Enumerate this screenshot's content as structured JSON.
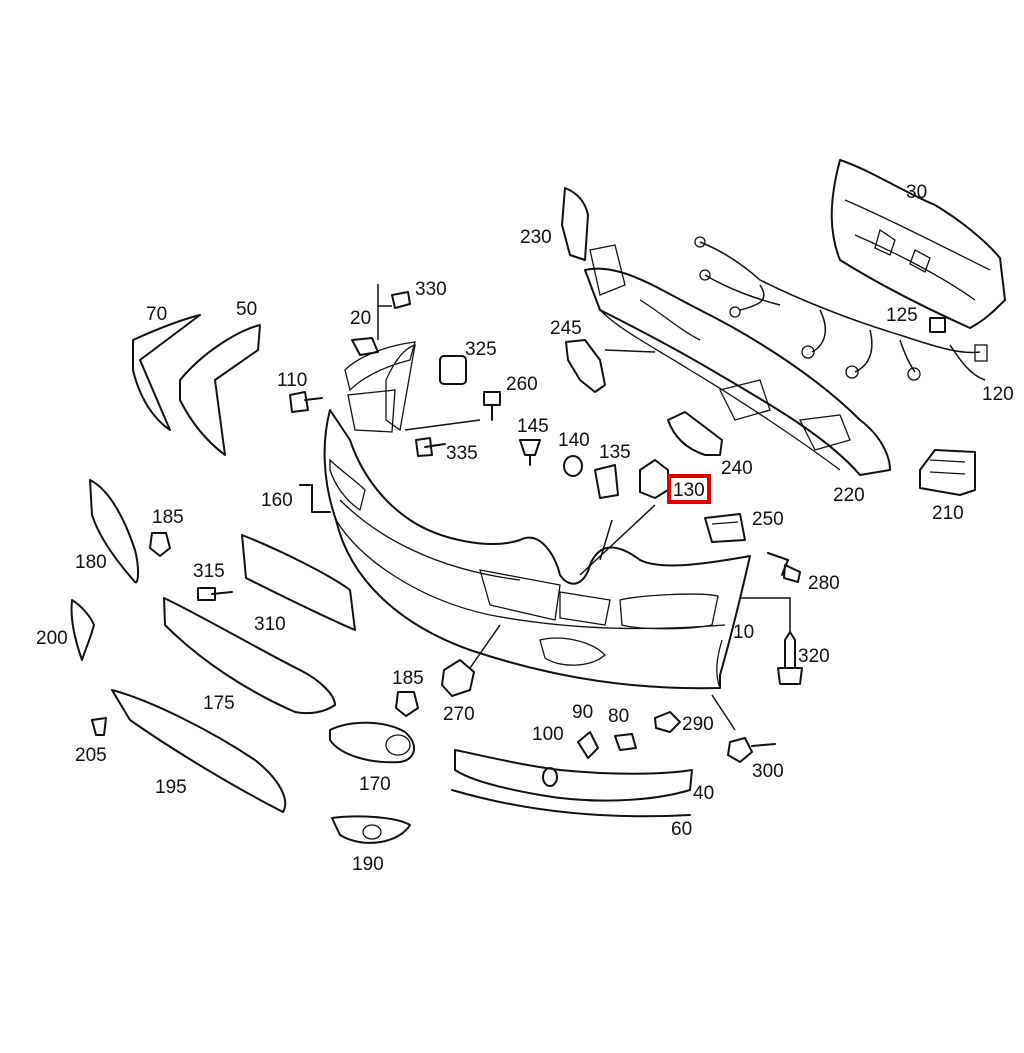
{
  "highlight_color": "#e00000",
  "highlighted_part": "130",
  "labels": {
    "p10": "10",
    "p20": "20",
    "p30": "30",
    "p40": "40",
    "p50": "50",
    "p60": "60",
    "p70": "70",
    "p80": "80",
    "p90": "90",
    "p100": "100",
    "p110": "110",
    "p120": "120",
    "p125": "125",
    "p130": "130",
    "p135": "135",
    "p140": "140",
    "p145": "145",
    "p160": "160",
    "p170": "170",
    "p175": "175",
    "p180": "180",
    "p185a": "185",
    "p185b": "185",
    "p190": "190",
    "p195": "195",
    "p200": "200",
    "p205": "205",
    "p210": "210",
    "p220": "220",
    "p230": "230",
    "p240": "240",
    "p245": "245",
    "p250": "250",
    "p260": "260",
    "p270": "270",
    "p280": "280",
    "p290": "290",
    "p300": "300",
    "p310": "310",
    "p315": "315",
    "p320": "320",
    "p325": "325",
    "p330": "330",
    "p335": "335"
  }
}
